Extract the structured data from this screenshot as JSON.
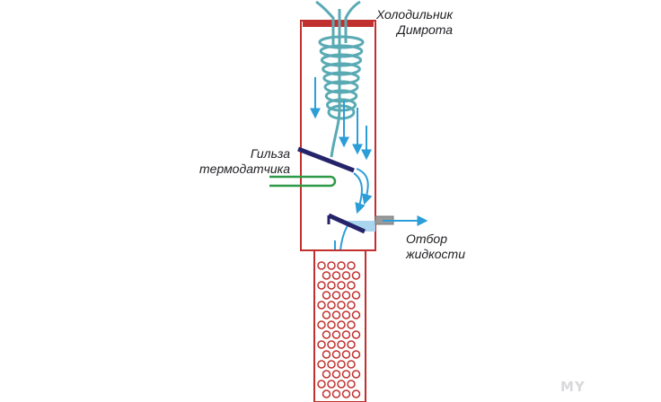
{
  "labels": {
    "condenser": [
      "Холодильник",
      "Димрота"
    ],
    "thermo_sleeve": [
      "Гильза",
      "термодатчика"
    ],
    "liquid_takeoff": [
      "Отбор",
      "жидкости"
    ]
  },
  "watermark": "MY",
  "colors": {
    "column_body": "#c0302e",
    "top_plate": "#c0302e",
    "coil": "#5aaab4",
    "flow_arrow": "#2b9ed8",
    "deflector": "#25236a",
    "thermo_sleeve": "#2e9a48",
    "takeoff_pipe": "#8a8a8a",
    "liquid_pool": "#a9d6ee",
    "packing_ring": "#c0302e",
    "label_text": "#1f1f24"
  },
  "icons": {
    "flow": "down-arrow-icon",
    "takeoff": "right-arrow-icon"
  }
}
